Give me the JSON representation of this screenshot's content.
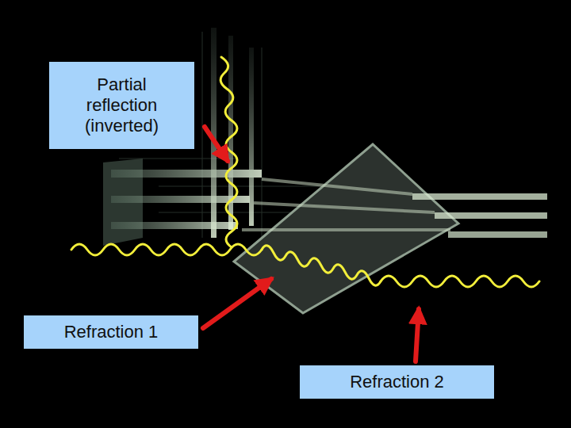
{
  "diagram": {
    "nodes": [
      {
        "text": [
          "Partial reflection (inverted)"
        ]
      },
      {
        "text": [
          "Refraction 1"
        ]
      },
      {
        "text": [
          "Refraction 2"
        ]
      }
    ]
  }
}
